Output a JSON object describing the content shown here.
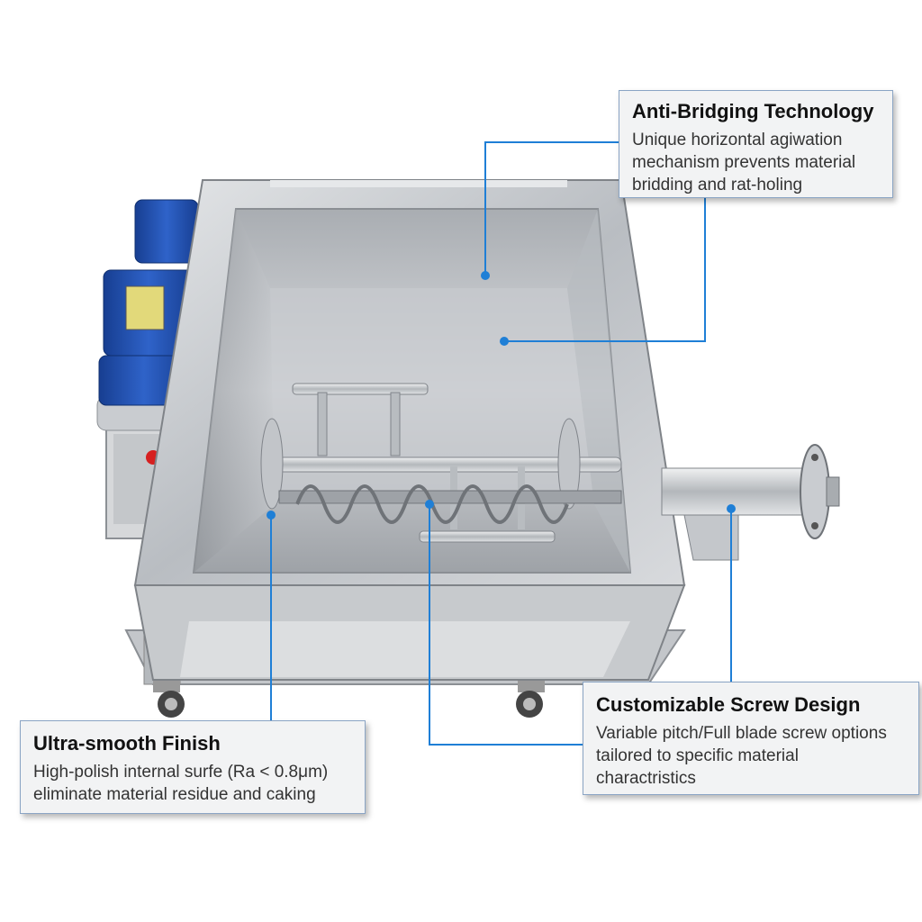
{
  "callouts": {
    "anti_bridging": {
      "title": "Anti-Bridging Technology",
      "body": "Unique horizontal agiwation\nmechanism prevents material\nbridding and rat-holing"
    },
    "finish": {
      "title": "Ultra-smooth Finish",
      "body": "High-polish internal surfe (Ra < 0.8μm)\neliminate material residue and caking"
    },
    "screw": {
      "title": "Customizable Screw Design",
      "body": "Variable pitch/Full blade screw options\ntailored to specific material\ncharactristics"
    }
  },
  "colors": {
    "leader_line": "#1f7fd6",
    "motor_blue": "#1f4fb3",
    "steel": "#c9ccd0",
    "callout_bg": "#f2f3f4"
  }
}
